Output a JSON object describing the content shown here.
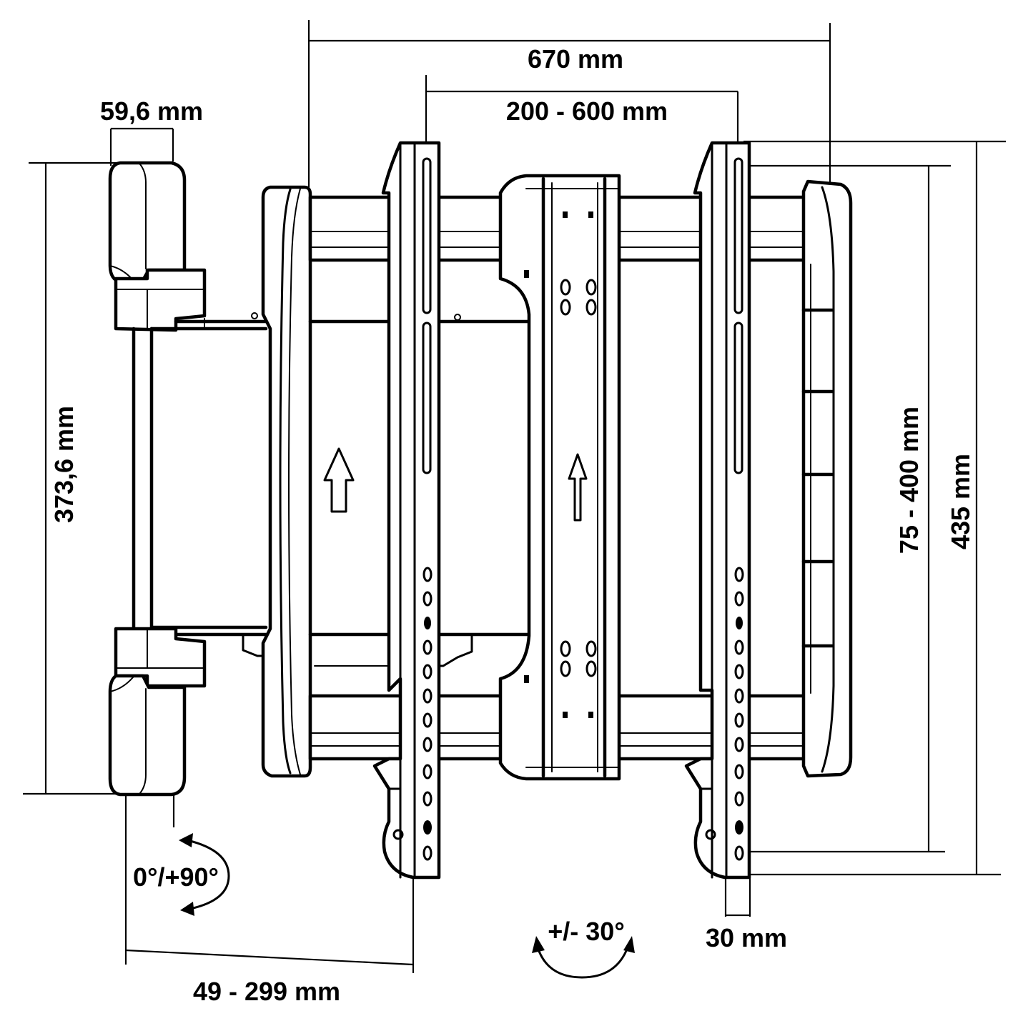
{
  "dimensions": {
    "overall_width": "670 mm",
    "vesa_horizontal": "200 - 600 mm",
    "arm_width": "59,6 mm",
    "arm_height": "373,6 mm",
    "vesa_vertical": "75 - 400 mm",
    "overall_height": "435 mm",
    "rail_width": "30 mm",
    "wall_distance": "49 - 299 mm"
  },
  "angles": {
    "swivel": "0°/+90°",
    "tilt": "+/- 30°"
  },
  "icons": [
    "up-arrow-icon",
    "rotation-arrow-icon"
  ]
}
